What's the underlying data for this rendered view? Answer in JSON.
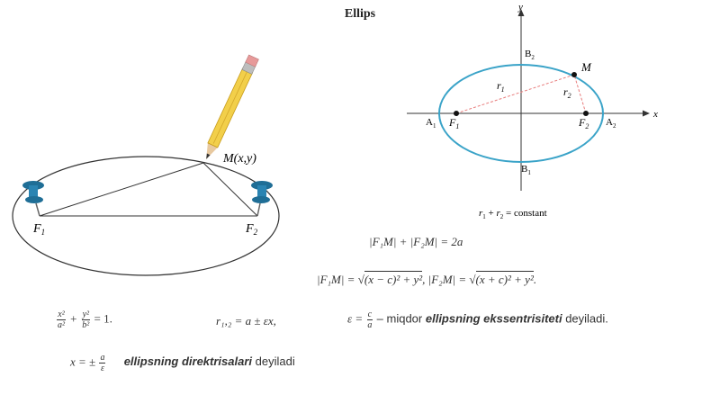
{
  "title": "Ellips",
  "left_figure": {
    "point_label": "M(x,y)",
    "focus1_label": "F",
    "focus1_sub": "1",
    "focus2_label": "F",
    "focus2_sub": "2"
  },
  "right_figure": {
    "axis_x": "x",
    "axis_y": "y",
    "B2": "B",
    "B2_sub": "2",
    "B1": "B",
    "B1_sub": "1",
    "A1": "A",
    "A1_sub": "1",
    "A2": "A",
    "A2_sub": "2",
    "F1": "F",
    "F1_sub": "1",
    "F2": "F",
    "F2_sub": "2",
    "M": "M",
    "r1": "r",
    "r1_sub": "1",
    "r2": "r",
    "r2_sub": "2",
    "caption_r1": "r",
    "caption_sub1": "1",
    "caption_plus": " + ",
    "caption_r2": "r",
    "caption_sub2": "2",
    "caption_rest": " = constant"
  },
  "formulas": {
    "sum_focal": "|F₁M| + |F₂M| = 2a",
    "f1m": "|F₁M| = ",
    "f1m_rad": "(x − c)² + y²",
    "f2m": ",  |F₂M| = ",
    "f2m_rad": "(x + c)² + y²",
    "f2m_end": ".",
    "eq_num1": "x²",
    "eq_den1": "a²",
    "eq_plus": "+",
    "eq_num2": "y²",
    "eq_den2": "b²",
    "eq_rhs": "= 1.",
    "radius": "r₁,₂ = a ± εx,",
    "ecc_lhs": "ε =",
    "ecc_num": "c",
    "ecc_den": "a",
    "ecc_text_pre": " – miqdor ",
    "ecc_text_bold": "ellipsning ekssentrisiteti",
    "ecc_text_post": " deyiladi.",
    "dir_lhs": "x = ±",
    "dir_num": "a",
    "dir_den": "ε",
    "dir_text_bold": "ellipsning direktrisalari",
    "dir_text_post": " deyiladi"
  },
  "colors": {
    "ellipse_right": "#3aa3c8",
    "focal_lines": "#e87c7c",
    "pin": "#1f6e96",
    "pencil": "#f2cf4a"
  }
}
